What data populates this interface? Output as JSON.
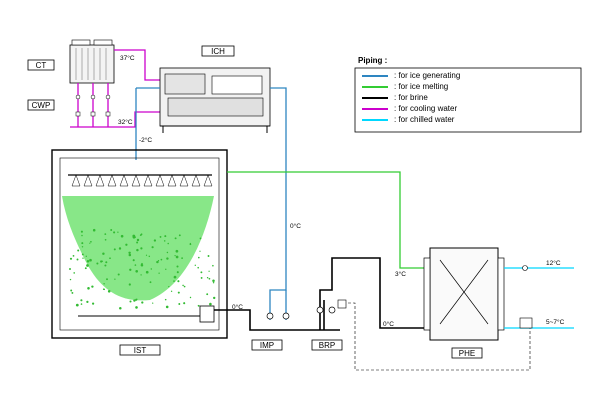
{
  "equipment": {
    "ct": "CT",
    "cwp": "CWP",
    "ich": "ICH",
    "ist": "IST",
    "imp": "IMP",
    "brp": "BRP",
    "phe": "PHE"
  },
  "temperatures": {
    "ct_top": "37°C",
    "ct_bottom": "32°C",
    "ich_to_ist": "-2°C",
    "riser": "0°C",
    "imp_outlet": "0°C",
    "phe_top_in": "3°C",
    "phe_bottom_in": "0°C",
    "chilled_return": "12°C",
    "chilled_supply": "5~7°C"
  },
  "legend": {
    "title": "Piping :",
    "items": [
      {
        "color": "#2e86c1",
        "label": ": for ice generating"
      },
      {
        "color": "#33cc33",
        "label": ": for ice melting"
      },
      {
        "color": "#000000",
        "label": ": for brine"
      },
      {
        "color": "#cc00cc",
        "label": ": for cooling water"
      },
      {
        "color": "#00d8ff",
        "label": ": for chilled water"
      }
    ]
  },
  "colors": {
    "ice_generating": "#2e86c1",
    "ice_melting": "#33cc33",
    "brine": "#000000",
    "cooling_water": "#cc00cc",
    "chilled_water": "#00d8ff",
    "ice_fill": "#55dd55"
  }
}
